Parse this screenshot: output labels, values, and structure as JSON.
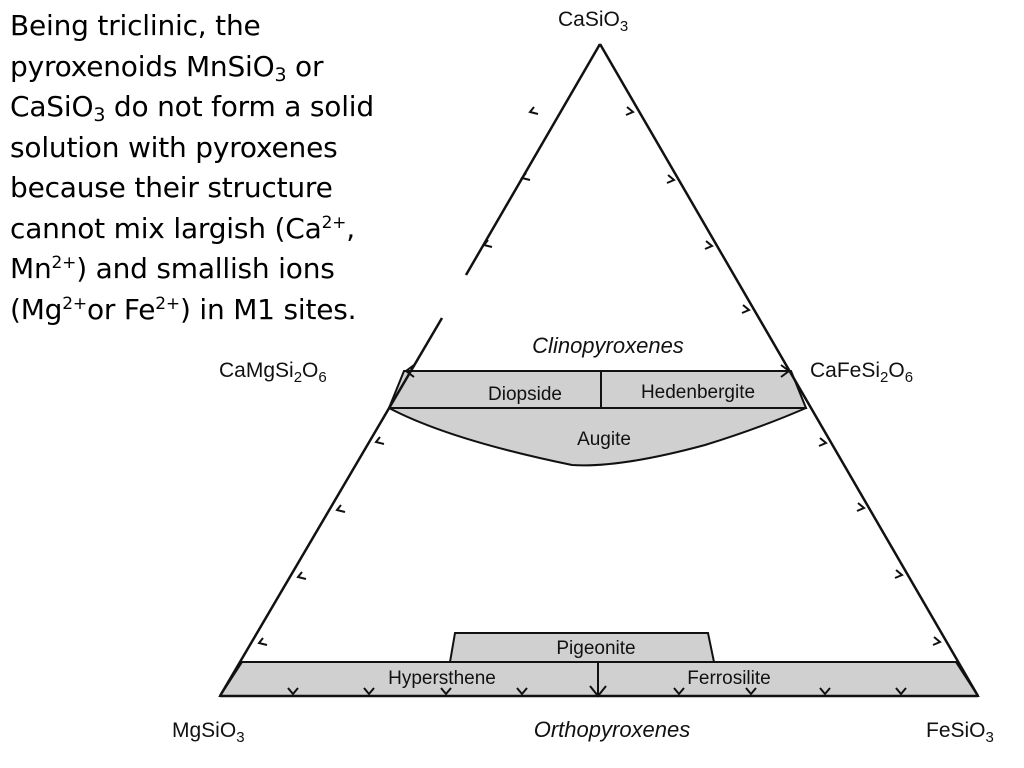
{
  "note": {
    "line1": "Being triclinic, the",
    "line2_pre": "pyroxenoids MnSiO",
    "line2_sub": "3",
    "line2_post": " or",
    "line3_pre": "CaSiO",
    "line3_sub": "3",
    "line3_post": " do not form a solid",
    "line4": "solution with  pyroxenes",
    "line5": "because their structure",
    "line6_pre": "cannot mix largish (Ca",
    "line6_sup": "2+",
    "line6_post": ",",
    "line7_pre": "Mn",
    "line7_sup": "2+",
    "line7_post": ") and smallish ions",
    "line8_a": "(Mg",
    "line8_sup1": "2+",
    "line8_b": "or Fe",
    "line8_sup2": "2+",
    "line8_c": ") in M1 sites."
  },
  "vertices": {
    "top": {
      "main": "CaSiO",
      "sub": "3"
    },
    "bottom_left": {
      "main": "MgSiO",
      "sub": "3"
    },
    "bottom_right": {
      "main": "FeSiO",
      "sub": "3"
    },
    "mid_left": {
      "a": "CaMgSi",
      "s1": "2",
      "b": "O",
      "s2": "6"
    },
    "mid_right": {
      "a": "CaFeSi",
      "s1": "2",
      "b": "O",
      "s2": "6"
    }
  },
  "fields": {
    "clinopyroxenes": "Clinopyroxenes",
    "orthopyroxenes": "Orthopyroxenes",
    "diopside": "Diopside",
    "hedenbergite": "Hedenbergite",
    "augite": "Augite",
    "pigeonite": "Pigeonite",
    "hypersthene": "Hypersthene",
    "ferrosilite": "Ferrosilite"
  },
  "colors": {
    "field_fill": "#d0d0d0",
    "line": "#111111"
  }
}
